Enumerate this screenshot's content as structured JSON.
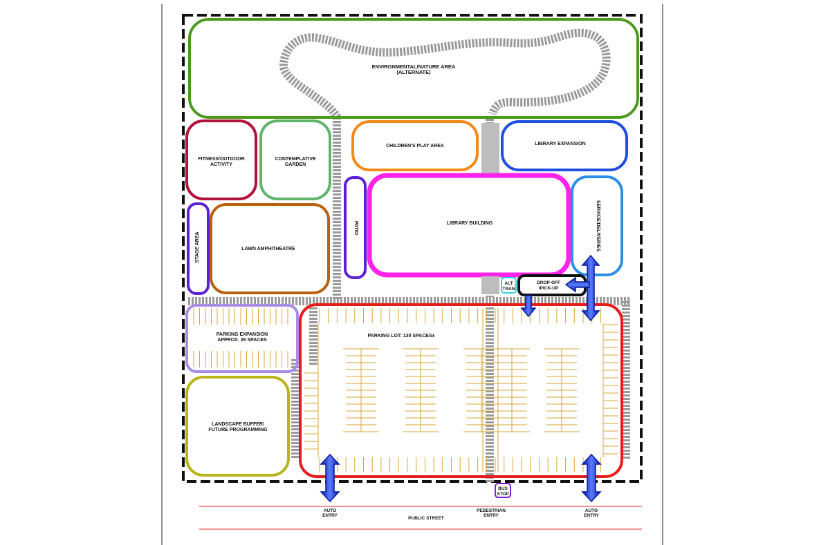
{
  "zones": {
    "environmental": {
      "line1": "ENVIRONMENTAL/NATURE AREA",
      "line2": "(ALTERNATE)",
      "color": "#4c9a1c"
    },
    "fitness": {
      "line1": "FITNESS/OUTDOOR",
      "line2": "ACTIVITY",
      "color": "#b3123a"
    },
    "contemplative": {
      "line1": "CONTEMPLATIVE",
      "line2": "GARDEN",
      "color": "#5fb56b"
    },
    "childrens_play": {
      "line1": "CHILDREN'S PLAY AREA",
      "color": "#f28a18"
    },
    "library_expansion": {
      "line1": "LIBRARY EXPANSION",
      "color": "#1f4fe0"
    },
    "stage": {
      "line1": "STAGE AREA",
      "color": "#5a1fd6"
    },
    "lawn": {
      "line1": "LAWN AMPHITHEATRE",
      "color": "#b8620f"
    },
    "patio": {
      "line1": "PATIO",
      "color": "#5a1fd6"
    },
    "library_building": {
      "line1": "LIBRARY BUILDING",
      "color": "#ff22e8"
    },
    "service": {
      "line1": "SERVICE/DELIVERIES",
      "color": "#2a8fe6"
    },
    "alt_tran": {
      "line1": "ALT",
      "line2": "TRAN",
      "color": "#2ad3d3"
    },
    "dropoff": {
      "line1": "DROP-OFF",
      "line2": "/PICK-UP",
      "color": "#111111"
    },
    "parking_expansion": {
      "line1": "PARKING EXPANSION",
      "line2": "APPROX. 26 SPACES",
      "color": "#a98ce6"
    },
    "parking_lot": {
      "line1": "PARKING LOT: 130 SPACES±",
      "color": "#e81a1a"
    },
    "landscape_buffer": {
      "line1": "LANDSCAPE BUFFER/",
      "line2": "FUTURE PROGRAMMING",
      "color": "#b8b41a"
    },
    "bus_stop": {
      "line1": "BUS",
      "line2": "STOP",
      "color": "#7a1fd6"
    }
  },
  "entries": {
    "auto_left": {
      "line1": "AUTO",
      "line2": "ENTRY"
    },
    "pedestrian": {
      "line1": "PEDESTRIAN",
      "line2": "ENTRY"
    },
    "auto_right": {
      "line1": "AUTO",
      "line2": "ENTRY"
    }
  },
  "street": {
    "label": "PUBLIC STREET",
    "color": "#e03030"
  },
  "colors": {
    "path": "#9a9a9a",
    "stall": "#d9a531",
    "arrow": "#1430e0",
    "boundary": "#111111"
  }
}
